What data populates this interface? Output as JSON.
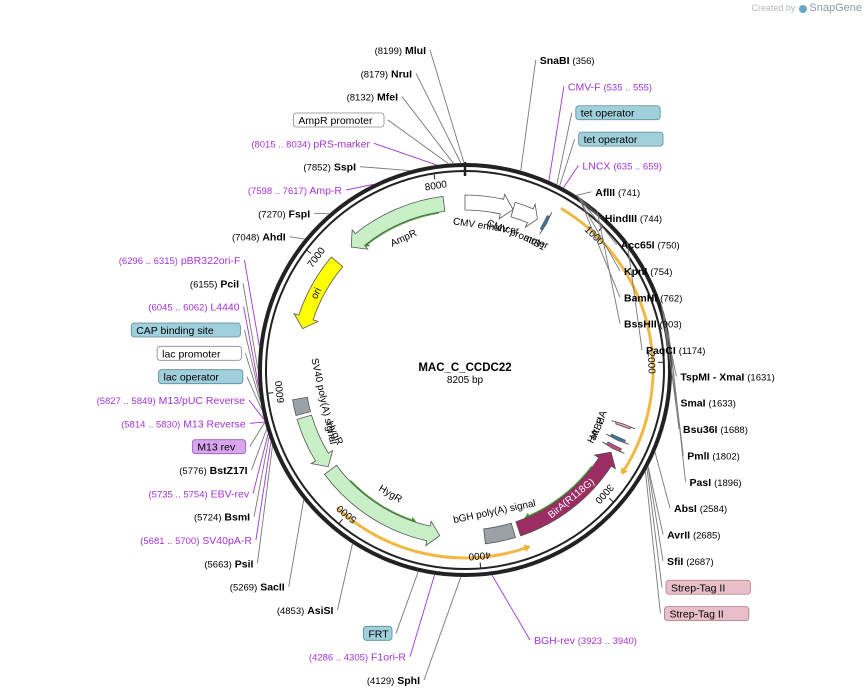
{
  "brand": {
    "created_by": "Created by",
    "name": "SnapGene"
  },
  "plasmid": {
    "name": "MAC_C_CCDC22",
    "length": "8205 bp",
    "total_bp": 8205
  },
  "ticks": [
    "1000",
    "2000",
    "3000",
    "4000",
    "5000",
    "6000",
    "7000",
    "8000"
  ],
  "features": [
    {
      "label": "CMV enhancer",
      "start": 0,
      "end": 380,
      "strand": 1,
      "color": "#ffffff"
    },
    {
      "label": "CMV promoter",
      "start": 380,
      "end": 584,
      "strand": 1,
      "color": "#ffffff"
    },
    {
      "label": "attB1",
      "start": 640,
      "end": 664,
      "strand": 1,
      "color": "#3a7aa0"
    },
    {
      "label": "HA",
      "start": 2480,
      "end": 2500,
      "strand": -1,
      "color": "#e89aa8"
    },
    {
      "label": "HA",
      "start": 2660,
      "end": 2690,
      "strand": 1,
      "color": "#c0507a"
    },
    {
      "label": "attB2",
      "start": 2590,
      "end": 2615,
      "strand": 1,
      "color": "#3a7aa0"
    },
    {
      "label": "BirA(R118G)",
      "start": 2720,
      "end": 3680,
      "strand": -1,
      "color": "#9b2d63"
    },
    {
      "label": "bGH poly(A) signal",
      "start": 3720,
      "end": 3950,
      "strand": 0,
      "color": "#9aa2a8"
    },
    {
      "label": "HygR",
      "start": 4300,
      "end": 5320,
      "strand": -1,
      "color": "#c8f0c6"
    },
    {
      "label": "HygR",
      "start": 5350,
      "end": 5780,
      "strand": -1,
      "color": "#c8f0c6"
    },
    {
      "label": "SV40 poly(A) signal",
      "start": 5810,
      "end": 5930,
      "strand": 0,
      "color": "#9aa2a8"
    },
    {
      "label": "ori",
      "start": 6480,
      "end": 7070,
      "strand": -1,
      "color": "#ffff00"
    },
    {
      "label": "AmpR",
      "start": 7230,
      "end": 8040,
      "strand": -1,
      "color": "#c8f0c6"
    }
  ],
  "sites": [
    {
      "name": "NruI",
      "pos": "(8179)",
      "num": "8179"
    },
    {
      "name": "MluI",
      "pos": "(8199)",
      "num": "8199"
    },
    {
      "name": "MfeI",
      "pos": "(8132)",
      "num": "8132"
    },
    {
      "name": "SnaBI",
      "pos": "(356)",
      "num": "356"
    },
    {
      "name": "SspI",
      "pos": "(7852)",
      "num": "7852"
    },
    {
      "name": "FspI",
      "pos": "(7270)",
      "num": "7270"
    },
    {
      "name": "AhdI",
      "pos": "(7048)",
      "num": "7048"
    },
    {
      "name": "AflII",
      "pos": "(741)",
      "num": "741"
    },
    {
      "name": "HindIII",
      "pos": "(744)",
      "num": "744"
    },
    {
      "name": "Acc65I",
      "pos": "(750)",
      "num": "750"
    },
    {
      "name": "KpnI",
      "pos": "(754)",
      "num": "754"
    },
    {
      "name": "BamHI",
      "pos": "(762)",
      "num": "762"
    },
    {
      "name": "BssHII",
      "pos": "(903)",
      "num": "903"
    },
    {
      "name": "PaqCI",
      "pos": "(1174)",
      "num": "1174"
    },
    {
      "name": "TspMI - XmaI",
      "pos": "(1631)",
      "num": "1631"
    },
    {
      "name": "SmaI",
      "pos": "(1633)",
      "num": "1633"
    },
    {
      "name": "Bsu36I",
      "pos": "(1688)",
      "num": "1688"
    },
    {
      "name": "PmlI",
      "pos": "(1802)",
      "num": "1802"
    },
    {
      "name": "PasI",
      "pos": "(1896)",
      "num": "1896"
    },
    {
      "name": "AbsI",
      "pos": "(2584)",
      "num": "2584"
    },
    {
      "name": "AvrII",
      "pos": "(2685)",
      "num": "2685"
    },
    {
      "name": "SfiI",
      "pos": "(2687)",
      "num": "2687"
    },
    {
      "name": "PciI",
      "pos": "(6155)",
      "num": "6155"
    },
    {
      "name": "BstZ17I",
      "pos": "(5776)",
      "num": "5776"
    },
    {
      "name": "BsmI",
      "pos": "(5724)",
      "num": "5724"
    },
    {
      "name": "PsiI",
      "pos": "(5663)",
      "num": "5663"
    },
    {
      "name": "SacII",
      "pos": "(5269)",
      "num": "5269"
    },
    {
      "name": "AsiSI",
      "pos": "(4853)",
      "num": "4853"
    },
    {
      "name": "SphI",
      "pos": "(4129)",
      "num": "4129"
    }
  ],
  "primers": [
    {
      "name": "pRS-marker",
      "range": "(8015 .. 8034)",
      "pos": 8025
    },
    {
      "name": "Amp-R",
      "range": "(7598 .. 7617)",
      "pos": 7607
    },
    {
      "name": "CMV-F",
      "range": "(535 .. 555)",
      "pos": 545
    },
    {
      "name": "LNCX",
      "range": "(635 .. 659)",
      "pos": 647
    },
    {
      "name": "pBR322ori-F",
      "range": "(6296 .. 6315)",
      "pos": 6305
    },
    {
      "name": "L4440",
      "range": "(6045 .. 6062)",
      "pos": 6053
    },
    {
      "name": "M13/pUC Reverse",
      "range": "(5827 .. 5849)",
      "pos": 5838
    },
    {
      "name": "M13 Reverse",
      "range": "(5814 .. 5830)",
      "pos": 5822
    },
    {
      "name": "EBV-rev",
      "range": "(5735 .. 5754)",
      "pos": 5744
    },
    {
      "name": "SV40pA-R",
      "range": "(5681 .. 5700)",
      "pos": 5690
    },
    {
      "name": "F1ori-R",
      "range": "(4286 .. 4305)",
      "pos": 4295
    },
    {
      "name": "BGH-rev",
      "range": "(3923 .. 3940)",
      "pos": 3931
    }
  ],
  "boxes": [
    {
      "name": "AmpR promoter",
      "fill": "#ffffff",
      "stroke": "#888888",
      "pos": 8100
    },
    {
      "name": "tet operator",
      "fill": "#9fd0dc",
      "stroke": "#5a8a96",
      "pos": 600
    },
    {
      "name": "tet operator",
      "fill": "#9fd0dc",
      "stroke": "#5a8a96",
      "pos": 620
    },
    {
      "name": "CAP binding site",
      "fill": "#9fd0dc",
      "stroke": "#5a8a96",
      "pos": 6000
    },
    {
      "name": "lac promoter",
      "fill": "#ffffff",
      "stroke": "#888888",
      "pos": 5950
    },
    {
      "name": "lac operator",
      "fill": "#9fd0dc",
      "stroke": "#5a8a96",
      "pos": 5900
    },
    {
      "name": "M13 rev",
      "fill": "#d7a6ee",
      "stroke": "#9c5ab8",
      "pos": 5820
    },
    {
      "name": "Strep-Tag II",
      "fill": "#e8bfc8",
      "stroke": "#b07a86",
      "pos": 2700
    },
    {
      "name": "Strep-Tag II",
      "fill": "#e8bfc8",
      "stroke": "#b07a86",
      "pos": 2720
    },
    {
      "name": "FRT",
      "fill": "#9fd0dc",
      "stroke": "#5a8a96",
      "pos": 4400
    }
  ],
  "orfs": [
    {
      "start": 700,
      "end": 2780,
      "strand": 1,
      "color": "#f0b030"
    },
    {
      "start": 2900,
      "end": 3560,
      "strand": 1,
      "color": "#3e9a22"
    },
    {
      "start": 3680,
      "end": 5080,
      "strand": -1,
      "color": "#f0b030"
    },
    {
      "start": 4550,
      "end": 5150,
      "strand": -1,
      "color": "#3e9a22"
    },
    {
      "start": 7350,
      "end": 7990,
      "strand": -1,
      "color": "#3e9a22"
    }
  ],
  "colors": {
    "enzyme": "#000000",
    "primer": "#a533d6",
    "backbone": "#222222"
  }
}
